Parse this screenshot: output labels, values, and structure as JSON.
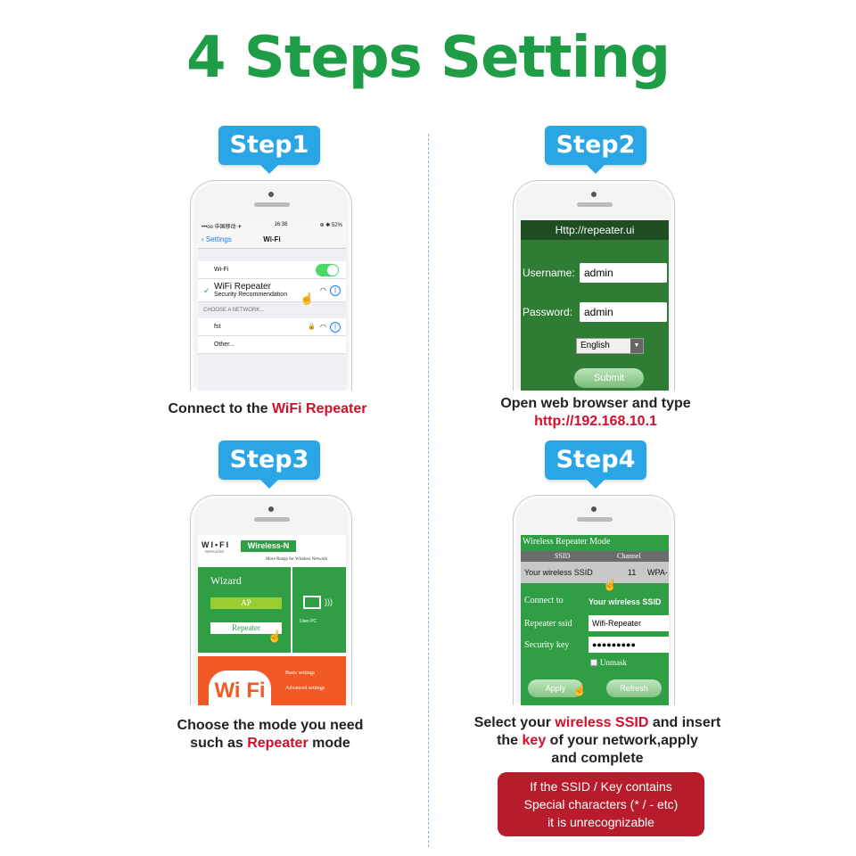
{
  "page": {
    "title": "4 Steps Setting",
    "title_color": "#1e9c46",
    "accent": "#2aa6e6",
    "highlight": "#d0102a"
  },
  "step1": {
    "badge": "Step1",
    "status_left": "•••oo 中国移动 ✈",
    "status_time": "16:38",
    "status_right": "⊕ ✱ 52%",
    "nav_back": "Settings",
    "nav_title": "Wi-Fi",
    "wifi_label": "Wi-Fi",
    "network_name": "WiFi Repeater",
    "network_sub": "Security Recommendation",
    "section_label": "CHOOSE A NETWORK...",
    "net_fst": "fst",
    "net_other": "Other...",
    "caption_pre": "Connect to the ",
    "caption_hl": "WiFi Repeater"
  },
  "step2": {
    "badge": "Step2",
    "url": "Http://repeater.ui",
    "username_label": "Username:",
    "username_value": "admin",
    "password_label": "Password:",
    "password_value": "admin",
    "language": "English",
    "submit": "Submit",
    "caption_line1": "Open web browser and type",
    "caption_link": "http://192.168.10.1"
  },
  "step3": {
    "badge": "Step3",
    "logo": "WI•FI",
    "logo_sub": "REPEATER",
    "wireless_n": "Wireless-N",
    "more_range": "More Range for Wireless Network",
    "wizard": "Wizard",
    "ap": "AP",
    "repeater": "Repeater",
    "user_pc": "User-PC",
    "wifi_logo": "Wi Fi",
    "basic_settings": "Basic settings",
    "advanced_settings": "Advanced settings",
    "caption_line1": "Choose the mode you need",
    "caption_pre": "such as ",
    "caption_hl": "Repeater",
    "caption_post": " mode"
  },
  "step4": {
    "badge": "Step4",
    "mode_title": "Wireless Repeater Mode",
    "col_ssid": "SSID",
    "col_channel": "Channel",
    "row_ssid": "Your wireless SSID",
    "row_channel": "11",
    "row_sec": "WPA-",
    "connect_label": "Connect to",
    "connect_value": "Your wireless SSID",
    "repeater_label": "Repeater ssid",
    "repeater_value": "Wifi-Repeater",
    "key_label": "Security key",
    "key_value": "●●●●●●●●●",
    "unmask": "Unmask",
    "apply": "Apply",
    "refresh": "Refresh",
    "caption_pre1": "Select your ",
    "caption_hl1": "wireless SSID",
    "caption_post1": " and insert",
    "caption_pre2": "the ",
    "caption_hl2": "key",
    "caption_post2": " of your network,apply",
    "caption_line3": "and complete"
  },
  "warning": {
    "line1": "If the SSID / Key contains",
    "line2": "Special characters (* / - etc)",
    "line3": "it is unrecognizable",
    "bg": "#b81b2b"
  }
}
